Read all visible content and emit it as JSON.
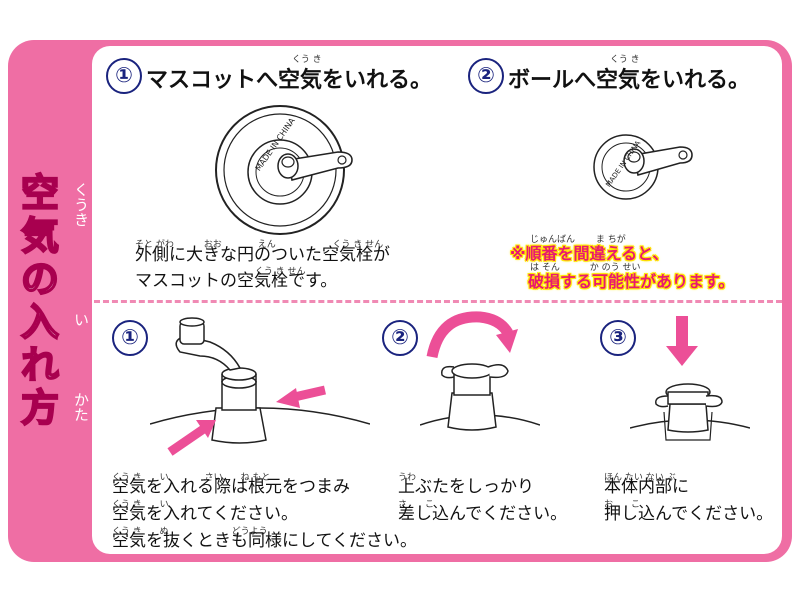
{
  "side_title": {
    "chars": [
      "空",
      "気",
      "の",
      "入",
      "れ",
      "方"
    ],
    "ruby_kuuki": "くうき",
    "ruby_i": "い",
    "ruby_kata": "かた"
  },
  "section1": {
    "number": "①",
    "heading": "マスコットへ空気をいれる。",
    "furigana": "くう き",
    "valve_text": "MADE IN CHINA",
    "line1": "外側に大きな円のついた空気栓が",
    "line2": "マスコットの空気栓です。",
    "furi_line1": "そと がわ　　　 おお　　　　えん　　　　　　 くう き せん",
    "furi_line2": "くう き せん"
  },
  "section2": {
    "number": "②",
    "heading": "ボールへ空気をいれる。",
    "furigana": "くう き",
    "valve_text": "MADE IN CHINA",
    "warn1": "※順番を間違えると、",
    "warn2": "破損する可能性があります。",
    "furi_warn1": "じゅんばん　　 ま ちが",
    "furi_warn2": "は そん　　　 か のう せい"
  },
  "steps": [
    {
      "number": "①",
      "line1": "空気を入れる際は根元をつまみ",
      "line2": "空気を入れてください。",
      "line3": "空気を抜くときも同様にしてください。",
      "furi1": "くう き　　い　　　　さい　　ね もと",
      "furi2": "くう き　　い",
      "furi3": "くう き　　ぬ　　　　　　　どうよう"
    },
    {
      "number": "②",
      "line1": "上ぶたをしっかり",
      "line2": "差し込んでください。",
      "furi1": "うわ",
      "furi2": "さ　　こ"
    },
    {
      "number": "③",
      "line1": "本体内部に",
      "line2": "押し込んでください。",
      "furi1": "ほん たい ない ぶ",
      "furi2": "お　　こ"
    }
  ],
  "colors": {
    "frame": "#ef6ea4",
    "arrow": "#ec4f97",
    "number": "#1a237e",
    "warn": "#e8196f",
    "warn_glow": "#ffe600"
  }
}
